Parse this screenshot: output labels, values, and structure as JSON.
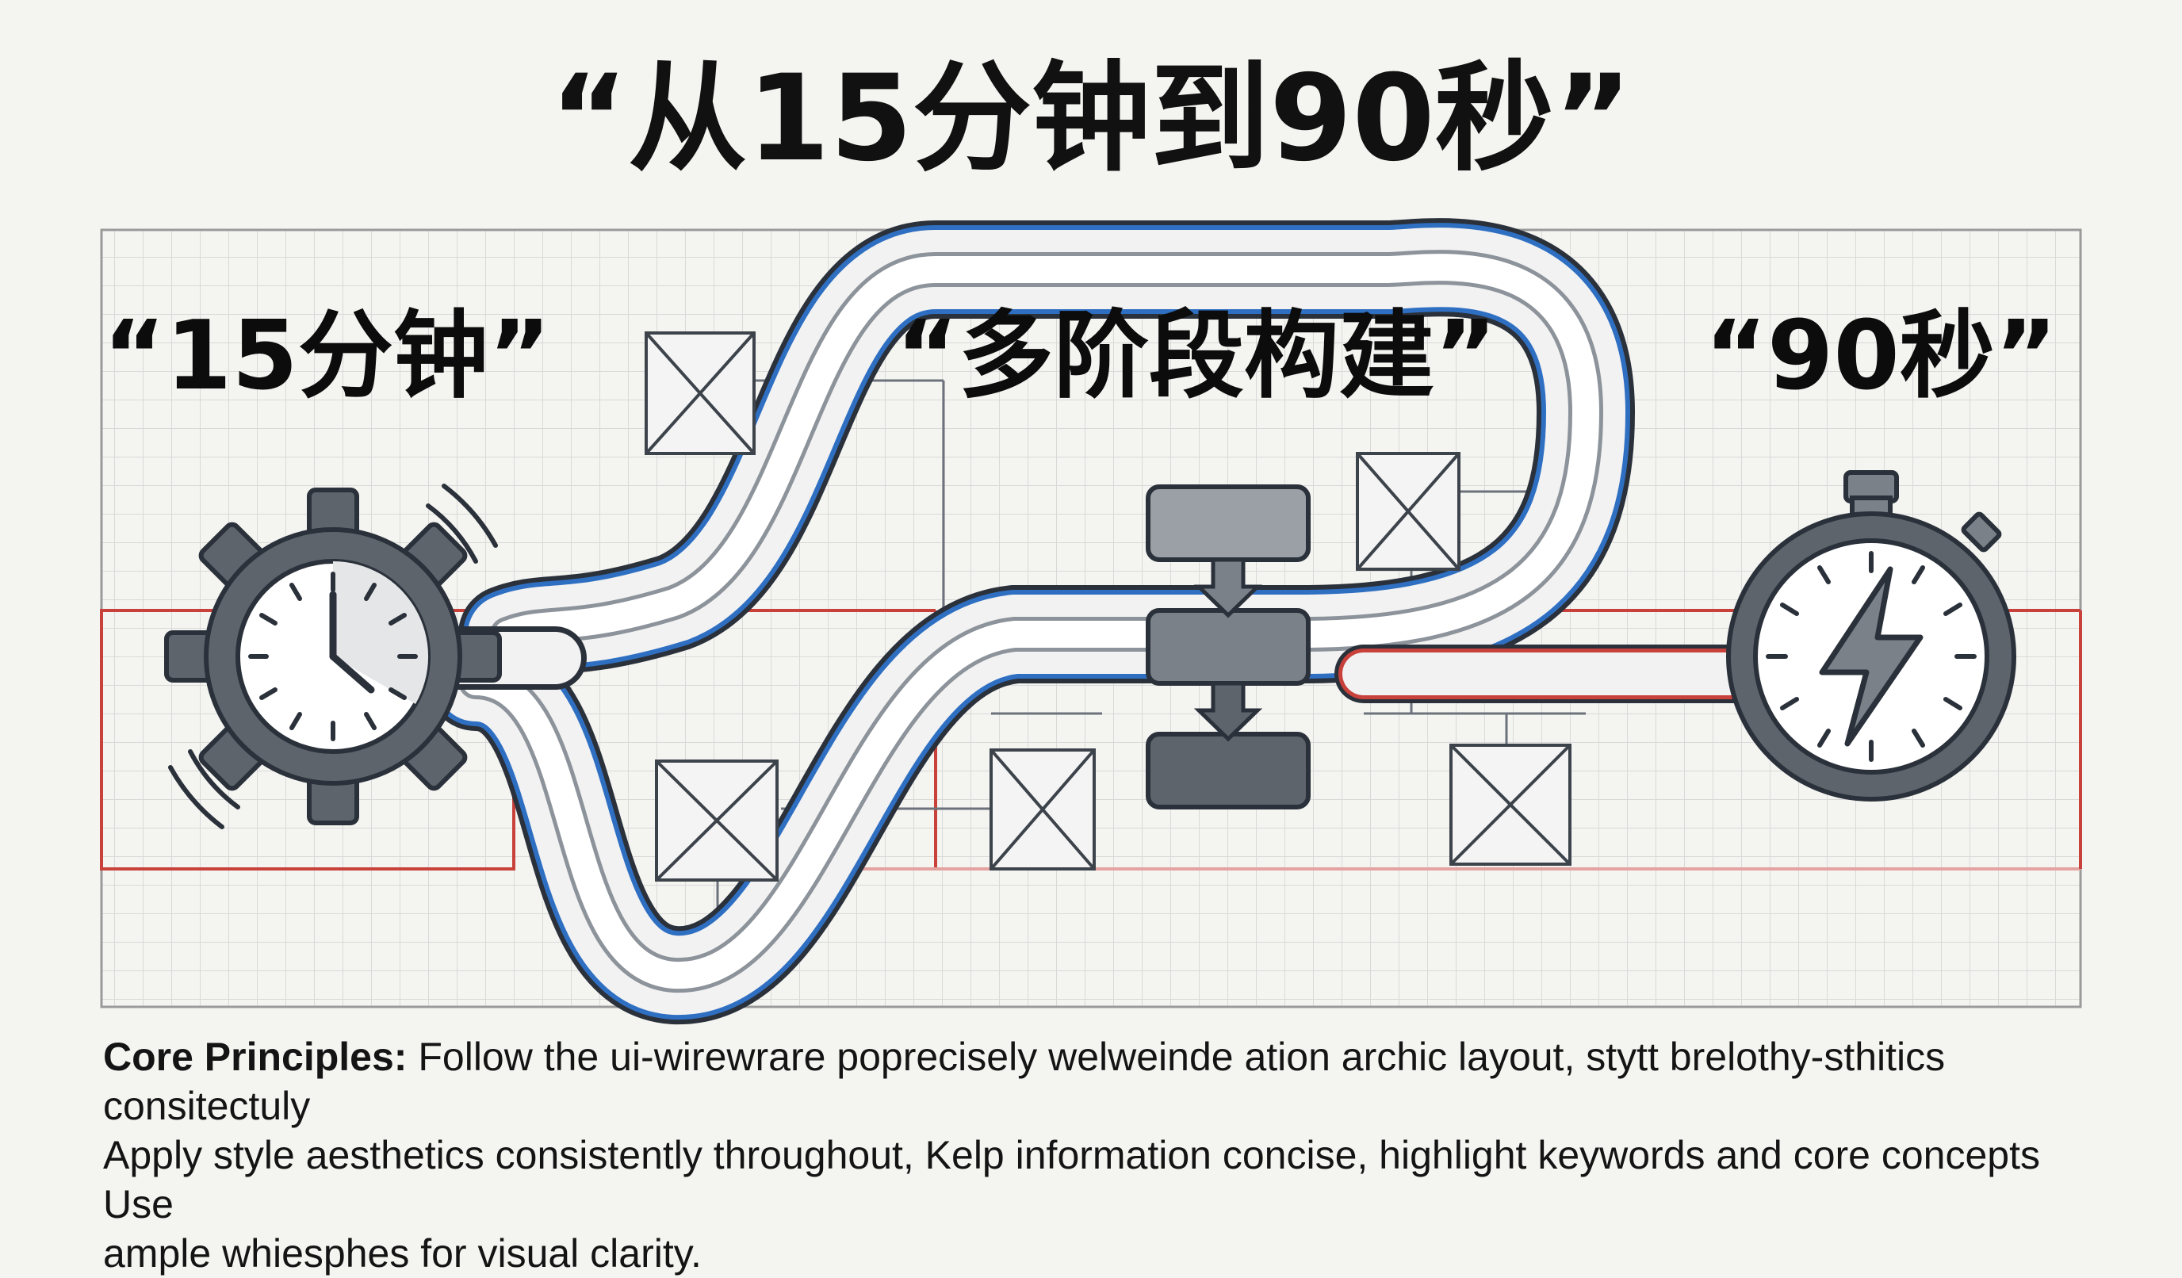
{
  "title": "“从15分钟到90秒”",
  "labels": {
    "start": "“15分钟”",
    "middle": "“多阶段构建”",
    "end": "“90秒”"
  },
  "footer": {
    "lead": "Core Principles:",
    "line1": "Follow the ui-wirewrare poprecisely welweinde ation archic layout, stytt brelothy-sthitics consitectuly",
    "line2": "Apply style aesthetics consistently throughout, Kelp information concise, highlight keywords and core concepts Use",
    "line3": "ample whiesphes for visual clarity."
  },
  "icons": {
    "start": "gear-clock-icon",
    "end": "stopwatch-lightning-icon",
    "stages": "stacked-blocks-icon",
    "placeholders": "image-placeholder-icon"
  },
  "colors": {
    "red": "#c8413b",
    "blue": "#2f6fc2",
    "dark": "#2b313a",
    "gray": "#6b727b",
    "grid": "#d6d6d6"
  }
}
